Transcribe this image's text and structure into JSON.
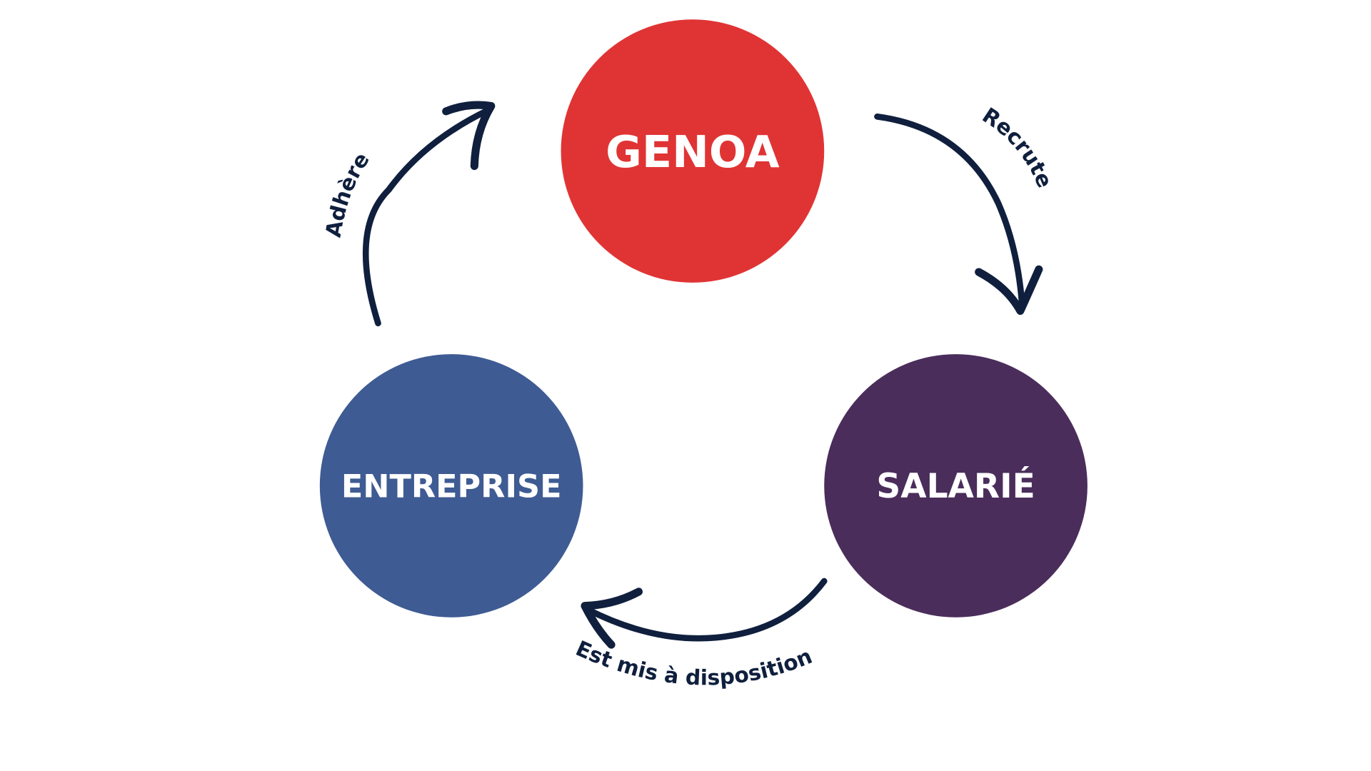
{
  "nodes": {
    "genoa": {
      "label": "GENOA",
      "color": "#e03434"
    },
    "entreprise": {
      "label": "ENTREPRISE",
      "color": "#3f5b93"
    },
    "salarie": {
      "label": "SALARIÉ",
      "color": "#4a2d5b"
    }
  },
  "arrows": {
    "adhere": {
      "label": "Adhère"
    },
    "recrute": {
      "label": "Recrute"
    },
    "mis_a_disposition": {
      "label": "Est mis à disposition"
    }
  },
  "arrow_color": "#0f1f3d"
}
